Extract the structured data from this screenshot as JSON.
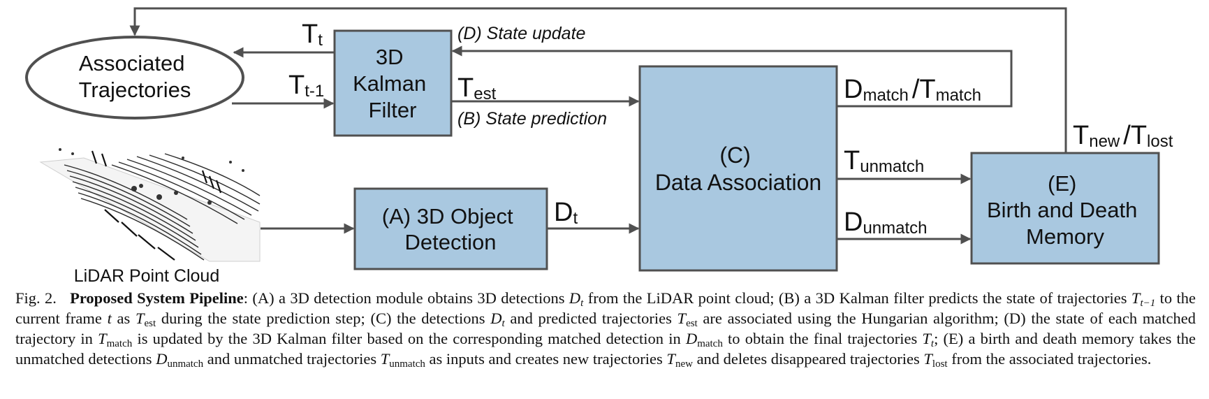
{
  "diagram": {
    "boxes": {
      "kalman": [
        "3D",
        "Kalman",
        "Filter"
      ],
      "detection": [
        "(A) 3D Object",
        "Detection"
      ],
      "association": [
        "(C)",
        "Data Association"
      ],
      "memory": [
        "(E)",
        "Birth and Death",
        "Memory"
      ]
    },
    "ellipse": [
      "Associated",
      "Trajectories"
    ],
    "point_cloud_label": "LiDAR Point Cloud",
    "labels": {
      "state_update": "(D) State update",
      "state_prediction": "(B) State prediction",
      "Tt": {
        "base": "T",
        "sub": "t"
      },
      "Tt1": {
        "base": "T",
        "sub": "t-1"
      },
      "Test": {
        "base": "T",
        "sub": "est"
      },
      "Dt": {
        "base": "D",
        "sub": "t"
      },
      "Dmatch_Tmatch": {
        "base1": "D",
        "sub1": "match",
        "sep": "/",
        "base2": "T",
        "sub2": "match"
      },
      "Tunmatch": {
        "base": "T",
        "sub": "unmatch"
      },
      "Dunmatch": {
        "base": "D",
        "sub": "unmatch"
      },
      "Tnew_Tlost": {
        "base1": "T",
        "sub1": "new",
        "sep": "/",
        "base2": "T",
        "sub2": "lost"
      }
    },
    "colors": {
      "box_fill": "#a9c8e0",
      "stroke": "#505050"
    }
  },
  "caption": {
    "fig": "Fig. 2.",
    "title": "Proposed System Pipeline",
    "p1": ": (A) a 3D detection module obtains 3D detections ",
    "p2": " from the LiDAR point cloud; (B) a 3D Kalman filter predicts the state of trajectories ",
    "p3": " to the current frame ",
    "p4": " as ",
    "p5": " during the state prediction step; (C) the detections ",
    "p6": " and predicted trajectories ",
    "p7": " are associated using the Hungarian algorithm; (D) the state of each matched trajectory in ",
    "p8": " is updated by the 3D Kalman filter based on the corresponding matched detection in ",
    "p9": " to obtain the final trajectories ",
    "p10": "; (E) a birth and death memory takes the unmatched detections ",
    "p11": " and unmatched trajectories ",
    "p12": " as inputs and creates new trajectories ",
    "p13": " and deletes disappeared trajectories ",
    "p14": " from the associated trajectories.",
    "D": "D",
    "T": "T",
    "t": "t",
    "sub_t": "t",
    "sub_t1": "t−1",
    "sub_est": "est",
    "sub_match": "match",
    "sub_unmatch": "unmatch",
    "sub_new": "new",
    "sub_lost": "lost"
  }
}
